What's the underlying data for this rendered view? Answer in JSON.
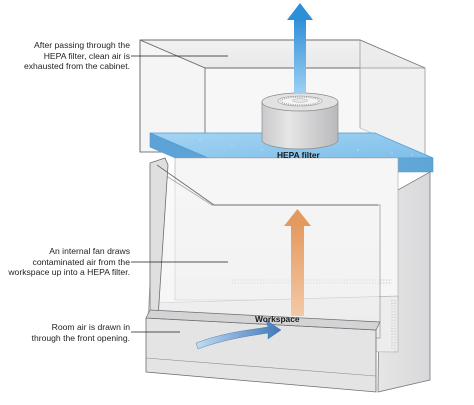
{
  "callouts": {
    "exhaust": {
      "line1": "After passing through the",
      "line2": "HEPA filter, clean air is",
      "line3": "exhausted from the cabinet."
    },
    "fan": {
      "line1": "An internal fan draws",
      "line2": "contaminated air from the",
      "line3": "workspace up into a HEPA filter."
    },
    "room_air": {
      "line1": "Room air is drawn in",
      "line2": "through the front opening."
    }
  },
  "labels": {
    "hepa_filter": "HEPA filter",
    "workspace": "Workspace"
  },
  "colors": {
    "clean_air_arrow": "#2d8fd8",
    "contaminated_air_arrow": "#e7a877",
    "room_air_arrow": "#4d82bf",
    "filter_fill": "#8ec8ee",
    "cabinet_glass": "#f3f4f6"
  }
}
